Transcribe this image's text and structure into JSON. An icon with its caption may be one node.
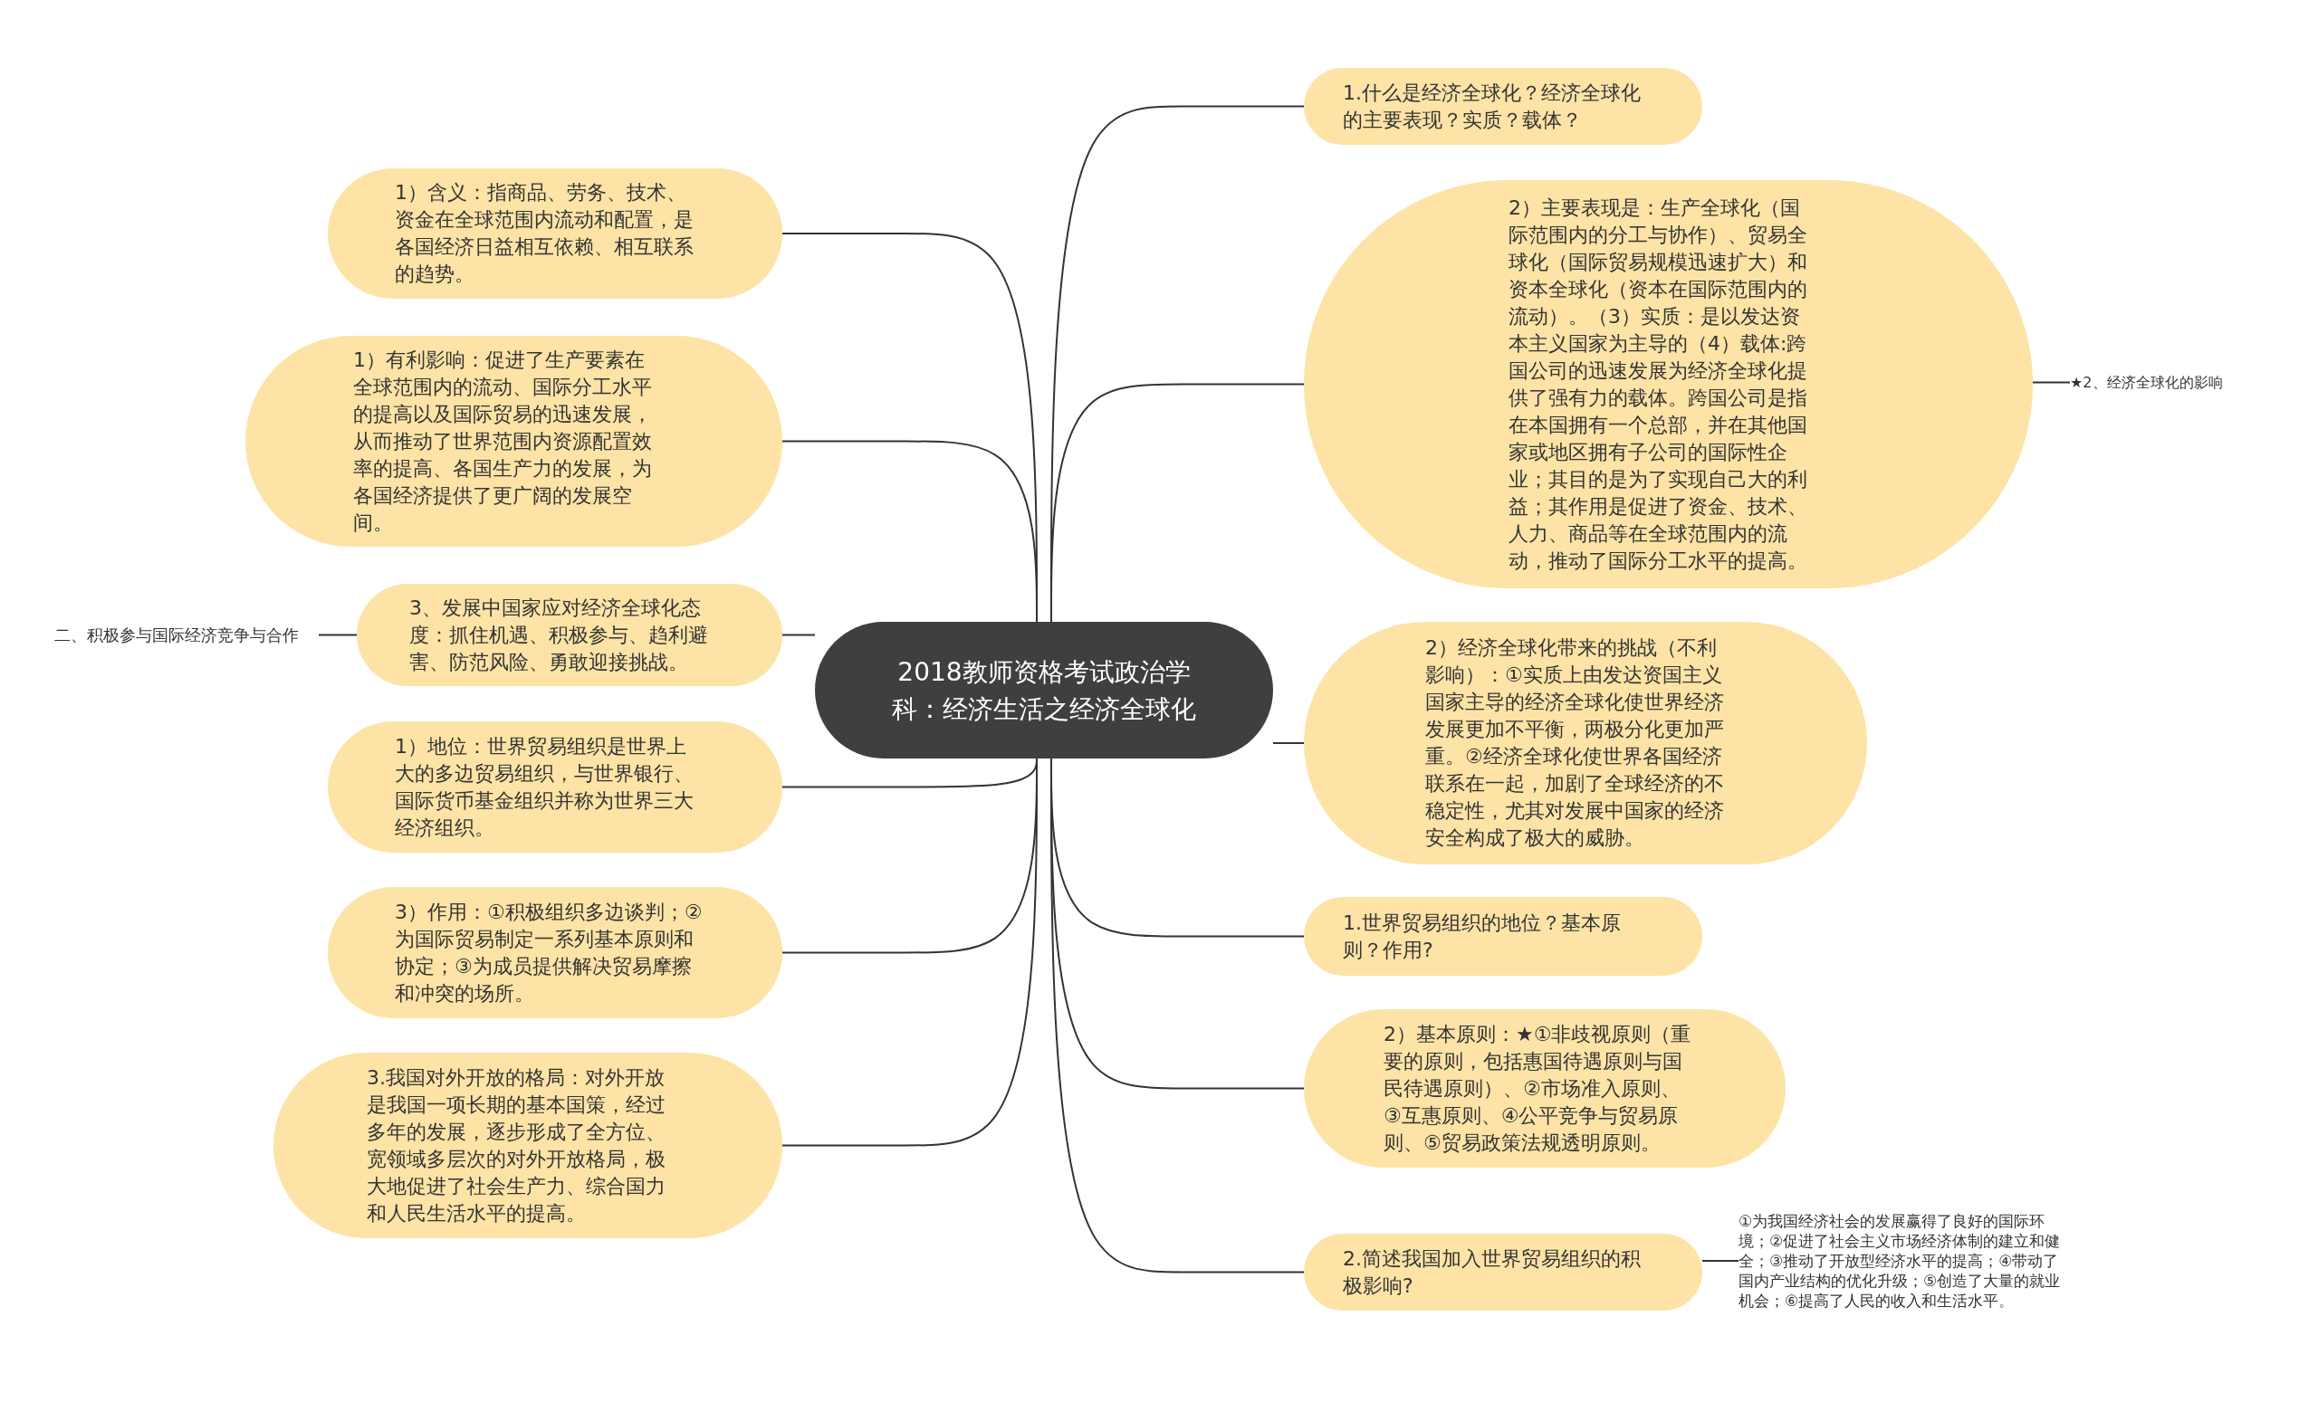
{
  "diagram": {
    "nodes": [
      {
        "text": [
          "2018教师资格考试政治学科：经济生活之经济全球化"
        ]
      },
      {
        "text": [
          "1.什么是经济全球化？经济全球化的主要表现？实质？载体？"
        ]
      },
      {
        "text": [
          "2）主要表现是：生产全球化（国际范围内的分工与协作）、贸易全球化（国际贸易规模迅速扩大）和资本全球化（资本在国际范围内的流动）。（3）实质：是以发达资本主义国家为主导的（4）载体:跨国公司的迅速发展为经济全球化提供了强有力的载体。跨国公司是指在本国拥有一个总部，并在其他国家或地区拥有子公司的国际性企业；其目的是为了实现自己大的利益；其作用是促进了资金、技术、人力、商品等在全球范围内的流动，推动了国际分工水平的提高。"
        ]
      },
      {
        "text": [
          "2）经济全球化带来的挑战（不利影响）：①实质上由发达资国主义国家主导的经济全球化使世界经济发展更加不平衡，两极分化更加严重。②经济全球化使世界各国经济联系在一起，加剧了全球经济的不稳定性，尤其对发展中国家的经济安全构成了极大的威胁。"
        ]
      },
      {
        "text": [
          "1.世界贸易组织的地位？基本原则？作用?"
        ]
      },
      {
        "text": [
          "2）基本原则：★①非歧视原则（重要的原则，包括惠国待遇原则与国民待遇原则）、②市场准入原则、③互惠原则、④公平竞争与贸易原则、⑤贸易政策法规透明原则。"
        ]
      },
      {
        "text": [
          "2.简述我国加入世界贸易组织的积极影响?"
        ]
      },
      {
        "text": [
          "★2、经济全球化的影响"
        ]
      },
      {
        "text": [
          "①为我国经济社会的发展赢得了良好的国际环境；②促进了社会主义市场经济体制的建立和健全；③推动了开放型经济水平的提高；④带动了国内产业结构的优化升级；⑤创造了大量的就业机会；⑥提高了人民的收入和生活水平。"
        ]
      },
      {
        "text": [
          "1）含义：指商品、劳务、技术、资金在全球范围内流动和配置，是各国经济日益相互依赖、相互联系的趋势。"
        ]
      },
      {
        "text": [
          "1）有利影响：促进了生产要素在全球范围内的流动、国际分工水平的提高以及国际贸易的迅速发展，从而推动了世界范围内资源配置效率的提高、各国生产力的发展，为各国经济提供了更广阔的发展空间。"
        ]
      },
      {
        "text": [
          "3、发展中国家应对经济全球化态度：抓住机遇、积极参与、趋利避害、防范风险、勇敢迎接挑战。"
        ]
      },
      {
        "text": [
          "1）地位：世界贸易组织是世界上大的多边贸易组织，与世界银行、国际货币基金组织并称为世界三大经济组织。"
        ]
      },
      {
        "text": [
          "3）作用：①积极组织多边谈判；②为国际贸易制定一系列基本原则和协定；③为成员提供解决贸易摩擦和冲突的场所。"
        ]
      },
      {
        "text": [
          "3.我国对外开放的格局：对外开放是我国一项长期的基本国策，经过多年的发展，逐步形成了全方位、宽领域多层次的对外开放格局，极大地促进了社会生产力、综合国力和人民生活水平的提高。"
        ]
      },
      {
        "text": [
          "二、积极参与国际经济竞争与合作"
        ]
      }
    ],
    "edges": [
      {
        "from": 0,
        "to": 1,
        "arrow": "none"
      },
      {
        "from": 0,
        "to": 2,
        "arrow": "none"
      },
      {
        "from": 0,
        "to": 3,
        "arrow": "none"
      },
      {
        "from": 0,
        "to": 4,
        "arrow": "none"
      },
      {
        "from": 0,
        "to": 5,
        "arrow": "none"
      },
      {
        "from": 0,
        "to": 6,
        "arrow": "none"
      },
      {
        "from": 2,
        "to": 7,
        "arrow": "none"
      },
      {
        "from": 6,
        "to": 8,
        "arrow": "none"
      },
      {
        "from": 0,
        "to": 9,
        "arrow": "none"
      },
      {
        "from": 0,
        "to": 10,
        "arrow": "none"
      },
      {
        "from": 0,
        "to": 11,
        "arrow": "none"
      },
      {
        "from": 0,
        "to": 12,
        "arrow": "none"
      },
      {
        "from": 0,
        "to": 13,
        "arrow": "none"
      },
      {
        "from": 0,
        "to": 14,
        "arrow": "none"
      },
      {
        "from": 11,
        "to": 15,
        "arrow": "none"
      }
    ]
  }
}
